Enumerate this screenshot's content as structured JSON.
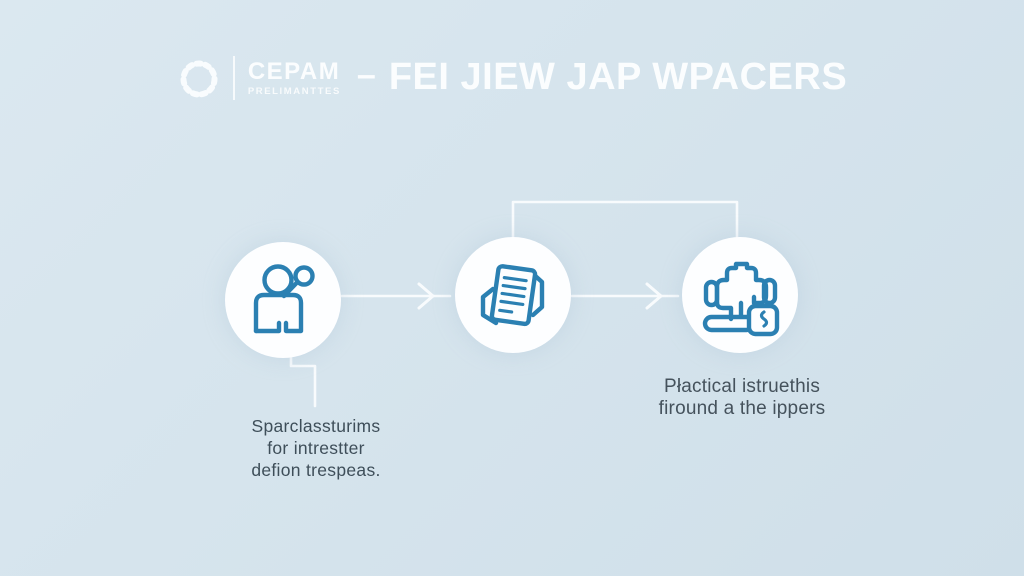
{
  "colors": {
    "background_top": "#dbe8f0",
    "background_bottom": "#cfdfe9",
    "icon_blue": "#2b80b2",
    "circle_fill": "#fdfeff",
    "connector": "#f8fbfd",
    "header_text": "#fbfdfe",
    "caption_text_left": "#3e4e59",
    "caption_text_right": "#45525c"
  },
  "header": {
    "logo_icon": "dotted-ring-logo",
    "brand_name": "CEPAM",
    "brand_subtitle": "PRELIMANTTES",
    "separator": "–",
    "title": "FEI JIEW JAP WPACERS"
  },
  "diagram": {
    "steps": [
      {
        "name": "step-1",
        "icon": "person-with-magnifier"
      },
      {
        "name": "step-2",
        "icon": "document-with-lines"
      },
      {
        "name": "step-3",
        "icon": "head-with-tag"
      }
    ],
    "caption_left": {
      "line1": "Sparclassturims",
      "line2": "for intrestter",
      "line3": "defion trespeas."
    },
    "caption_right": {
      "line1": "Płactical istruethis",
      "line2": "firound a the ippers"
    }
  }
}
